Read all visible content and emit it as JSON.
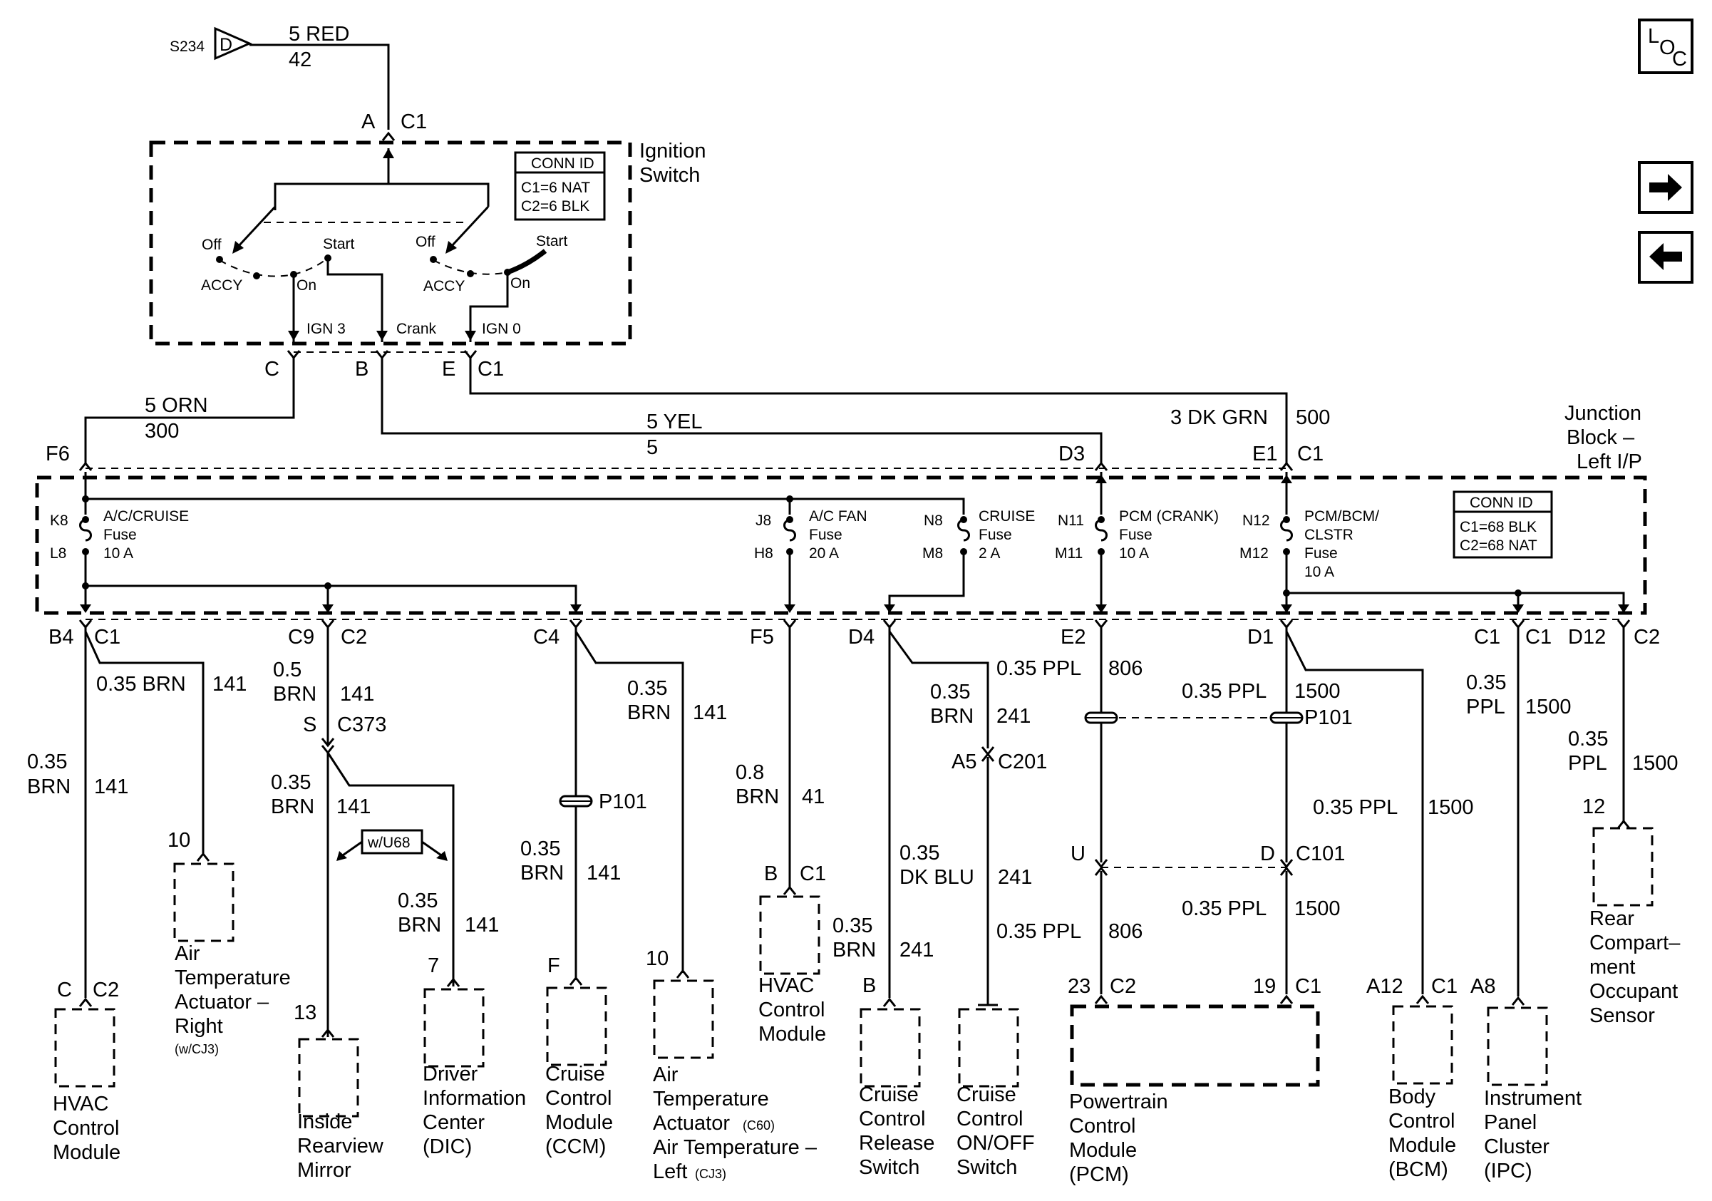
{
  "source": {
    "splice": "S234",
    "conn": "D",
    "wire": "5 RED",
    "circuit": "42"
  },
  "ignition_switch": {
    "title1": "Ignition",
    "title2": "Switch",
    "conn_id": {
      "head": "CONN ID",
      "l1": "C1=6 NAT",
      "l2": "C2=6 BLK"
    },
    "pins": {
      "a": "A",
      "c1": "C1",
      "c": "C",
      "b": "B",
      "e": "E",
      "e_c1": "C1"
    },
    "positions": {
      "off": "Off",
      "start": "Start",
      "accy": "ACCY",
      "on": "On"
    },
    "outputs": {
      "ign3": "IGN 3",
      "crank": "Crank",
      "ign0": "IGN 0"
    }
  },
  "feeds": {
    "orn_wire": "5 ORN",
    "orn_circ": "300",
    "yel_wire": "5 YEL",
    "yel_circ": "5",
    "grn_wire": "3 DK GRN",
    "grn_circ": "500"
  },
  "junction_block": {
    "title1": "Junction",
    "title2": "Block –",
    "title3": "Left I/P",
    "inputs": {
      "f6": "F6",
      "d3": "D3",
      "e1": "E1",
      "c1": "C1"
    },
    "conn_id": {
      "head": "CONN ID",
      "l1": "C1=68 BLK",
      "l2": "C2=68 NAT"
    },
    "fuses": [
      {
        "top": "K8",
        "bottom": "L8",
        "name": "A/C/CRUISE",
        "label": "Fuse",
        "rating": "10 A"
      },
      {
        "top": "J8",
        "bottom": "H8",
        "name": "A/C FAN",
        "label": "Fuse",
        "rating": "20 A"
      },
      {
        "top": "N8",
        "bottom": "M8",
        "name": "CRUISE",
        "label": "Fuse",
        "rating": "2 A"
      },
      {
        "top": "N11",
        "bottom": "M11",
        "name": "PCM (CRANK)",
        "label": "Fuse",
        "rating": "10 A"
      },
      {
        "top": "N12",
        "bottom": "M12",
        "name": "PCM/BCM/",
        "name2": "CLSTR",
        "label": "Fuse",
        "rating": "10 A"
      }
    ],
    "outputs": {
      "b4": "B4",
      "c9": "C9",
      "c4": "C4",
      "f5": "F5",
      "d4": "D4",
      "e2": "E2",
      "d1": "D1",
      "c1": "C1",
      "d12": "D12"
    },
    "connectors": {
      "c1": "C1",
      "c2": "C2"
    }
  },
  "wires": {
    "brn035": "0.35 BRN",
    "brn05": "0.5",
    "brn": "BRN",
    "n035": "0.35",
    "n08": "0.8",
    "ppl035": "0.35 PPL",
    "ppl": "PPL",
    "dkblu": "DK BLU",
    "c141": "141",
    "c41": "41",
    "c241": "241",
    "c806": "806",
    "c1500": "1500"
  },
  "connections": {
    "s": "S",
    "c373": "C373",
    "p101": "P101",
    "a5": "A5",
    "c201": "C201",
    "u": "U",
    "d": "D",
    "c101": "C101",
    "wu68": "w/U68"
  },
  "components": {
    "hvac_left": {
      "pin": "C",
      "conn": "C2",
      "l1": "HVAC",
      "l2": "Control",
      "l3": "Module"
    },
    "air_temp_right": {
      "pin": "10",
      "l1": "Air",
      "l2": "Temperature",
      "l3": "Actuator –",
      "l4": "Right",
      "l5": "(w/CJ3)"
    },
    "mirror": {
      "pin": "13",
      "l1": "Inside",
      "l2": "Rearview",
      "l3": "Mirror"
    },
    "dic": {
      "pin": "7",
      "l1": "Driver",
      "l2": "Information",
      "l3": "Center",
      "l4": "(DIC)"
    },
    "ccm": {
      "pin": "F",
      "l1": "Cruise",
      "l2": "Control",
      "l3": "Module",
      "l4": "(CCM)"
    },
    "air_temp_left": {
      "pin": "10",
      "l1": "Air",
      "l2": "Temperature",
      "l3": "Actuator",
      "l3s": "(C60)",
      "l4": "Air Temperature –",
      "l5": "Left",
      "l5s": "(CJ3)"
    },
    "hvac_mid": {
      "pin": "B",
      "conn": "C1",
      "l1": "HVAC",
      "l2": "Control",
      "l3": "Module"
    },
    "release": {
      "pin": "B",
      "l1": "Cruise",
      "l2": "Control",
      "l3": "Release",
      "l4": "Switch"
    },
    "onoff": {
      "l1": "Cruise",
      "l2": "Control",
      "l3": "ON/OFF",
      "l4": "Switch"
    },
    "pcm": {
      "pin1": "23",
      "conn1": "C2",
      "pin2": "19",
      "conn2": "C1",
      "l1": "Powertrain",
      "l2": "Control",
      "l3": "Module",
      "l4": "(PCM)"
    },
    "bcm": {
      "pin": "A12",
      "conn": "C1",
      "l1": "Body",
      "l2": "Control",
      "l3": "Module",
      "l4": "(BCM)"
    },
    "ipc": {
      "pin": "A8",
      "l1": "Instrument",
      "l2": "Panel",
      "l3": "Cluster",
      "l4": "(IPC)"
    },
    "rear_sensor": {
      "pin": "12",
      "l1": "Rear",
      "l2": "Compart–",
      "l3": "ment",
      "l4": "Occupant",
      "l5": "Sensor"
    }
  },
  "nav": {
    "loc_l": "L",
    "loc_o": "O",
    "loc_c": "C",
    "next": "→",
    "prev": "←"
  }
}
